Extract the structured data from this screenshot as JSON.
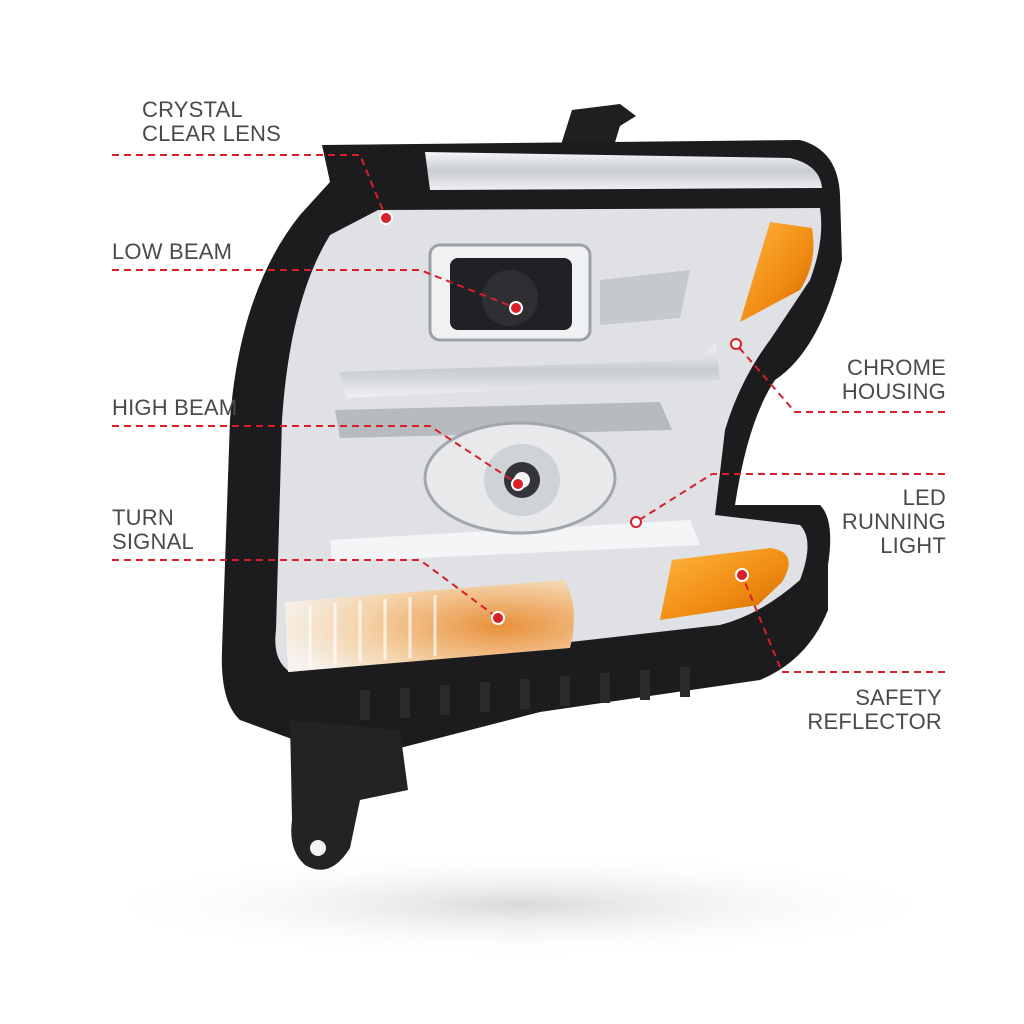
{
  "colors": {
    "callout_line": "#d81f2a",
    "label_text": "#4a4a4a",
    "housing_black": "#1c1c1e",
    "chrome": "#cfd2d6",
    "amber": "#f39a1c",
    "background": "#ffffff"
  },
  "callouts": [
    {
      "id": "crystal-clear-lens",
      "lines": [
        "CRYSTAL",
        "CLEAR LENS"
      ]
    },
    {
      "id": "low-beam",
      "lines": [
        "LOW BEAM"
      ]
    },
    {
      "id": "high-beam",
      "lines": [
        "HIGH BEAM"
      ]
    },
    {
      "id": "turn-signal",
      "lines": [
        "TURN",
        "SIGNAL"
      ]
    },
    {
      "id": "chrome-housing",
      "lines": [
        "CHROME",
        "HOUSING"
      ]
    },
    {
      "id": "led-running-light",
      "lines": [
        "LED",
        "RUNNING",
        "LIGHT"
      ]
    },
    {
      "id": "safety-reflector",
      "lines": [
        "SAFETY",
        "REFLECTOR"
      ]
    }
  ]
}
